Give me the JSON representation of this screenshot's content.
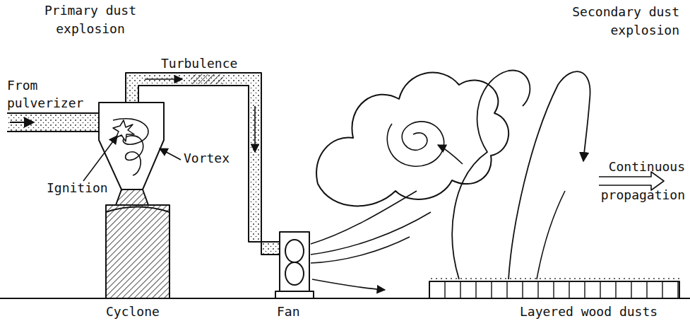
{
  "diagram": {
    "labels": [
      "Primary dust explosion",
      "From pulverizer",
      "Turbulence",
      "Ignition",
      "Vortex",
      "Cyclone",
      "Fan",
      "Secondary dust explosion",
      "Continuous propagation",
      "Layered wood dusts"
    ]
  }
}
